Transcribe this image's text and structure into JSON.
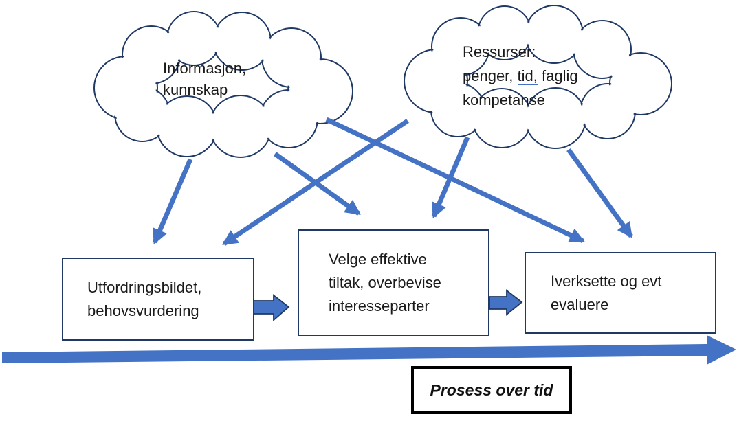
{
  "colors": {
    "arrow_blue": "#4472C4",
    "outline_navy": "#1F3864",
    "text": "#1a1a1a",
    "label_border": "#000000",
    "underline_blue": "#4472C4",
    "background": "#ffffff"
  },
  "clouds": {
    "informasjon": {
      "lines": [
        "Informasjon,",
        "kunnskap"
      ]
    },
    "ressurser": {
      "line1": "Ressurser:",
      "line2_parts": [
        "penger, ",
        "tid,",
        " faglig"
      ],
      "line3": "kompetanse"
    }
  },
  "boxes": {
    "utfordringsbildet": {
      "lines": [
        "Utfordringsbildet,",
        "behovsvurdering"
      ]
    },
    "velge": {
      "lines": [
        "Velge effektive",
        "tiltak, overbevise",
        "interesseparter"
      ]
    },
    "iverksette": {
      "lines": [
        "Iverksette og evt",
        "evaluere"
      ]
    }
  },
  "timeline": {
    "label": "Prosess over tid"
  }
}
